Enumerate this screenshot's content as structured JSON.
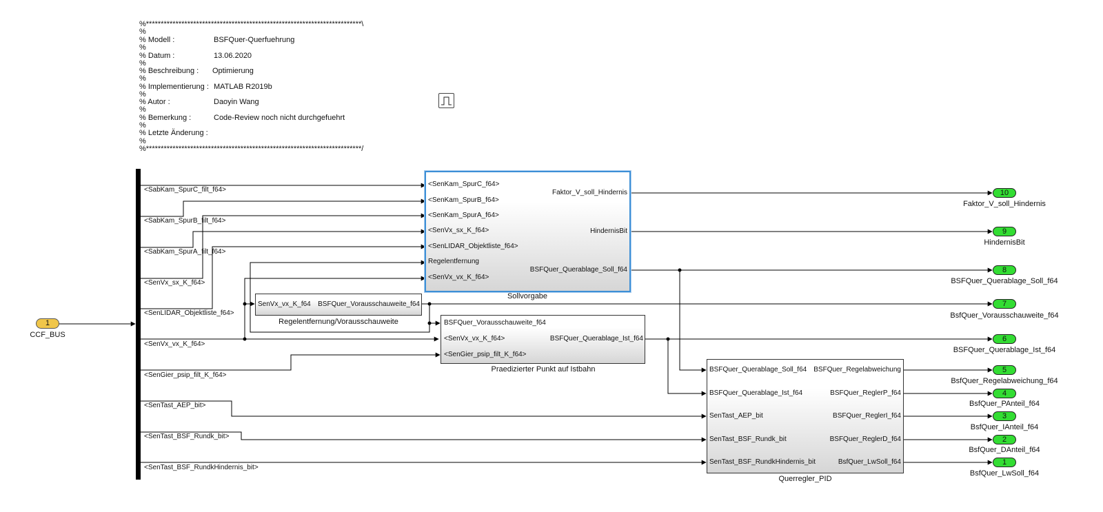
{
  "header": {
    "stars_top": "%*************************************************************************\\",
    "stars_bottom": "%*************************************************************************/",
    "pct": "%",
    "rows": [
      {
        "key": "% Modell :",
        "value": "BSFQuer-Querfuehrung"
      },
      {
        "key": "% Datum :",
        "value": "13.06.2020"
      },
      {
        "key": "% Beschreibung :",
        "value": "Optimierung"
      },
      {
        "key": "% Implementierung :",
        "value": "MATLAB R2019b"
      },
      {
        "key": "% Autor :",
        "value": "Daoyin Wang"
      },
      {
        "key": "% Bemerkung :",
        "value": "Code-Review noch nicht durchgefuehrt"
      },
      {
        "key": "% Letzte Änderung :",
        "value": ""
      }
    ]
  },
  "inport": {
    "number": "1",
    "name": "CCF_BUS"
  },
  "bus_signals": [
    "<SabKam_SpurC_filt_f64>",
    "<SabKam_SpurB_filt_f64>",
    "<SabKam_SpurA_filt_f64>",
    "<SenVx_sx_K_f64>",
    "<SenLIDAR_Objektliste_f64>",
    "<SenVx_vx_K_f64>",
    "<SenGier_psip_filt_K_f64>",
    "<SenTast_AEP_bit>",
    "<SenTast_BSF_Rundk_bit>",
    "<SenTast_BSF_RundkHindernis_bit>"
  ],
  "blocks": {
    "sollvorgabe": {
      "name": "Sollvorgabe",
      "inputs": [
        "<SenKam_SpurC_f64>",
        "<SenKam_SpurB_f64>",
        "<SenKam_SpurA_f64>",
        "<SenVx_sx_K_f64>",
        "<SenLIDAR_Objektliste_f64>",
        "Regelentfernung",
        "<SenVx_vx_K_f64>"
      ],
      "outputs": [
        "Faktor_V_soll_Hindernis",
        "HindernisBit",
        "BSFQuer_Querablage_Soll_f64"
      ]
    },
    "regelentfernung": {
      "name": "Regelentfernung/Vorausschauweite",
      "inputs": [
        "SenVx_vx_K_f64"
      ],
      "outputs": [
        "BSFQuer_Vorausschauweite_f64"
      ]
    },
    "praediziert": {
      "name": "Praedizierter Punkt auf Istbahn",
      "inputs": [
        "BSFQuer_Vorausschauweite_f64",
        "<SenVx_vx_K_f64>",
        "<SenGier_psip_filt_K_f64>"
      ],
      "outputs": [
        "BSFQuer_Querablage_Ist_f64"
      ]
    },
    "querregler": {
      "name": "Querregler_PID",
      "inputs": [
        "BSFQuer_Querablage_Soll_f64",
        "BSFQuer_Querablage_Ist_f64",
        "SenTast_AEP_bit",
        "SenTast_BSF_Rundk_bit",
        "SenTast_BSF_RundkHindernis_bit"
      ],
      "outputs": [
        "BSFQuer_Regelabweichung",
        "BSFQuer_ReglerP_f64",
        "BSFQuer_ReglerI_f64",
        "BSFQuer_ReglerD_f64",
        "BsfQuer_LwSoll_f64"
      ]
    }
  },
  "outports": [
    {
      "number": "10",
      "name": "Faktor_V_soll_Hindernis"
    },
    {
      "number": "9",
      "name": "HindernisBit"
    },
    {
      "number": "8",
      "name": "BSFQuer_Querablage_Soll_f64"
    },
    {
      "number": "7",
      "name": "BsfQuer_Vorausschauweite_f64"
    },
    {
      "number": "6",
      "name": "BSFQuer_Querablage_Ist_f64"
    },
    {
      "number": "5",
      "name": "BsfQuer_Regelabweichung_f64"
    },
    {
      "number": "4",
      "name": "BsfQuer_PAnteil_f64"
    },
    {
      "number": "3",
      "name": "BsfQuer_IAnteil_f64"
    },
    {
      "number": "2",
      "name": "BsfQuer_DAnteil_f64"
    },
    {
      "number": "1",
      "name": "BsfQuer_LwSoll_f64"
    }
  ],
  "colors": {
    "outport": "#33dd33",
    "inport": "#f0c64a",
    "selection": "#3d8fd6"
  },
  "icons": {
    "pulse_generator": "pulse-generator-icon"
  }
}
